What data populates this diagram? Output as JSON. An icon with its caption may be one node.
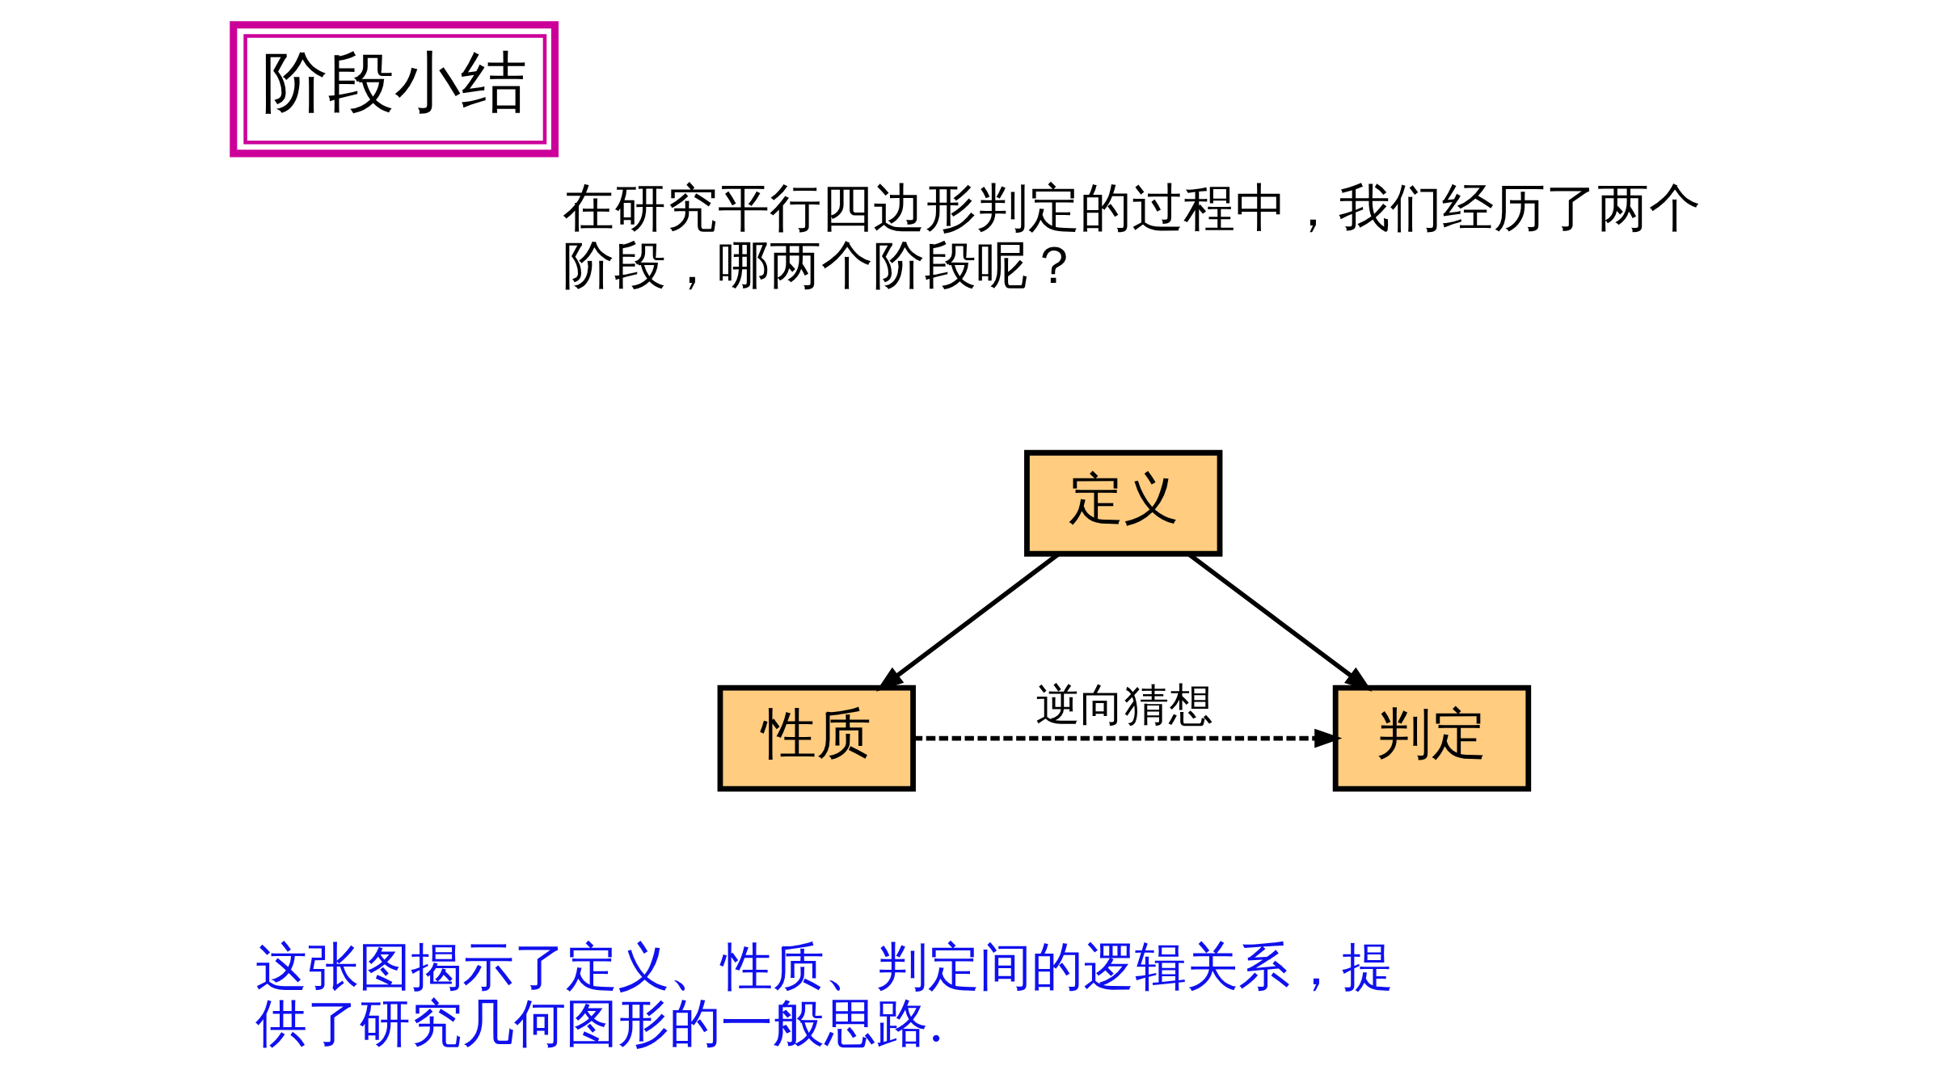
{
  "diagram": {
    "title": "阶段小结",
    "nodes": [
      {
        "text": [
          "定义"
        ]
      },
      {
        "text": [
          "性质"
        ]
      },
      {
        "text": [
          "判定"
        ]
      }
    ],
    "edges": [
      {
        "from": 0,
        "to": 1,
        "arrow": "to"
      },
      {
        "from": 0,
        "to": 2,
        "arrow": "to"
      },
      {
        "from": 1,
        "to": 2,
        "arrow": "to",
        "label": "逆向猜想",
        "style": "dashed"
      }
    ],
    "labels": [
      "在研究平行四边形判定的过程中，我们经历了两个阶段，哪两个阶段呢？",
      "这张图揭示了定义、性质、判定间的逻辑关系，提供了研究几何图形的一般思路."
    ]
  }
}
